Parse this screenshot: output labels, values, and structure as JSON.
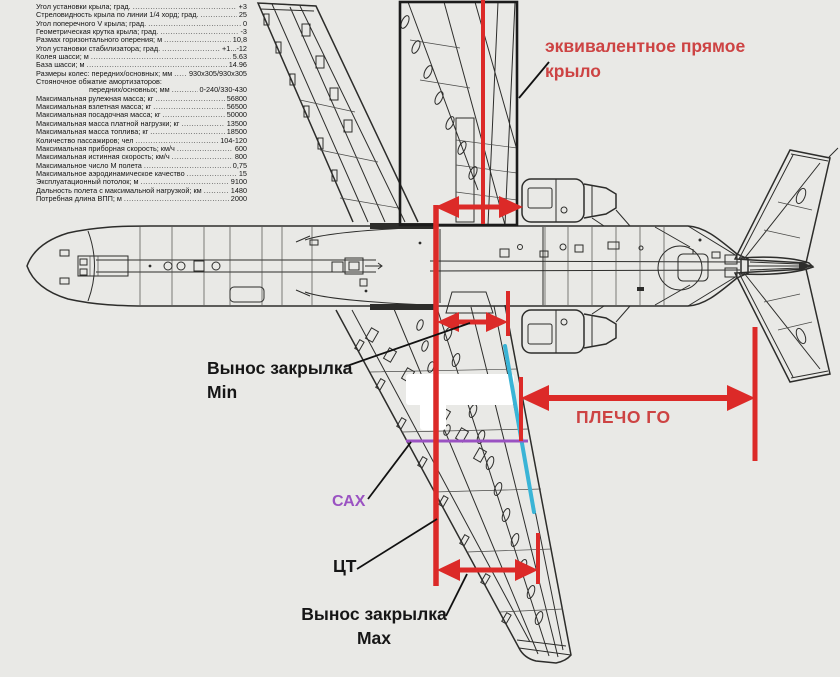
{
  "colors": {
    "paper": "#e9e9e6",
    "ink": "#2d2d2b",
    "label-ink": "#161616",
    "red": "#dc2a28",
    "red-text": "#cd4343",
    "purple": "#9a52c2",
    "cyan": "#3ab4d6",
    "white": "#ffffff"
  },
  "spec": {
    "rows": [
      {
        "label": "Угол установки крыла; град.",
        "value": "+3"
      },
      {
        "label": "Стреловидность крыла по линии 1/4 хорд; град.",
        "value": "25"
      },
      {
        "label": "Угол поперечного V крыла; град.",
        "value": "0"
      },
      {
        "label": "Геометрическая крутка крыла; град.",
        "value": "-3"
      },
      {
        "label": "Размах горизонтального оперения; м",
        "value": "10,8"
      },
      {
        "label": "Угол установки стабилизатора; град.",
        "value": "+1...-12"
      },
      {
        "label": "Колея шасси; м",
        "value": "5.63"
      },
      {
        "label": "База шасси; м",
        "value": "14.96"
      },
      {
        "label": "Размеры колес: передних/основных; мм",
        "value": "930x305/930x305"
      },
      {
        "label": "Стояночное обжатие амортизаторов:",
        "value": ""
      },
      {
        "label": "передних/основных; мм",
        "value": "0-240/330-430",
        "indent": true
      },
      {
        "label": "Максимальная рулежная масса; кг",
        "value": "56800"
      },
      {
        "label": "Максимальная взлетная масса; кг",
        "value": "56500"
      },
      {
        "label": "Максимальная посадочная масса; кг",
        "value": "50000"
      },
      {
        "label": "Максимальная масса платной нагрузки; кг",
        "value": "13500"
      },
      {
        "label": "Максимальная масса топлива; кг",
        "value": "18500"
      },
      {
        "label": "Количество пассажиров; чел",
        "value": "104-120"
      },
      {
        "label": "Максимальная приборная скорость; км/ч",
        "value": "600"
      },
      {
        "label": "Максимальная истинная скорость; км/ч",
        "value": "800"
      },
      {
        "label": "Максимальное число М полета",
        "value": "0,75"
      },
      {
        "label": "Максимальное аэродинамическое качество",
        "value": "15"
      },
      {
        "label": "Эксплуатационный потолок; м",
        "value": "9100"
      },
      {
        "label": "Дальность полета с максимальной нагрузкой; км",
        "value": "1480"
      },
      {
        "label": "Потребная длина ВПП; м",
        "value": "2000"
      }
    ]
  },
  "annotations": {
    "equivalent_wing": "эквивалентное прямое крыло",
    "flap_min": {
      "line1": "Вынос закрылка",
      "line2": "Min"
    },
    "tail_arm": "ПЛЕЧО ГО",
    "mac": "САХ",
    "cg": "ЦТ",
    "flap_max": {
      "line1": "Вынос закрылка",
      "line2": "Max"
    }
  }
}
